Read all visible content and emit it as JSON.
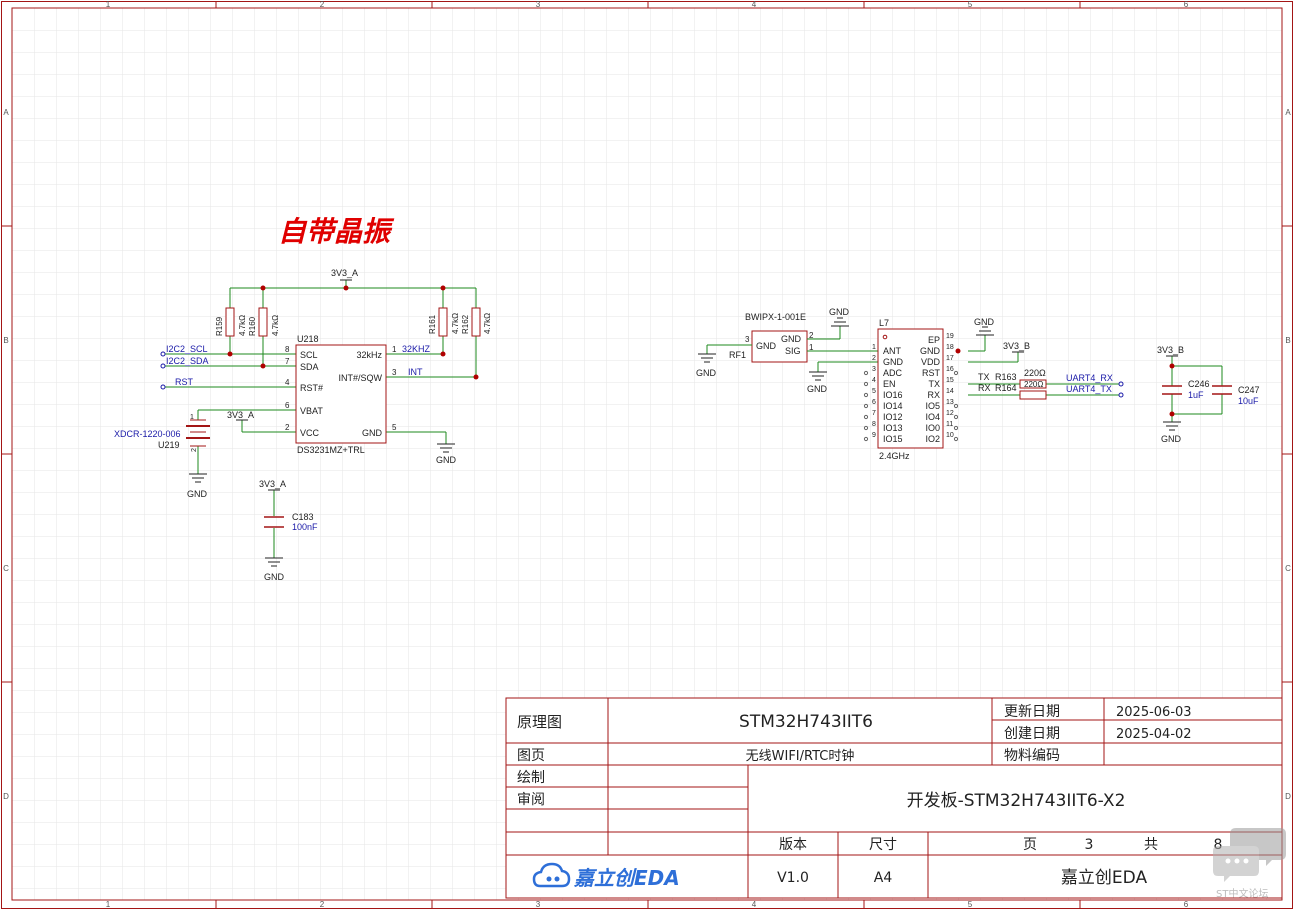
{
  "frame": {
    "col_labels": [
      "1",
      "2",
      "3",
      "4",
      "5",
      "6"
    ],
    "row_labels": [
      "A",
      "B",
      "C",
      "D"
    ]
  },
  "colors": {
    "border": "#a31515",
    "wire": "#1e8a1e",
    "net_label": "#1a1aa8",
    "text_dark": "#222222",
    "grid": "#e6e6e6",
    "annotation": "#e00000",
    "junction": "#b00000",
    "logo": "#2e6fd8"
  },
  "annotation": "自带晶振",
  "rtc": {
    "designator": "U218",
    "part": "DS3231MZ+TRL",
    "pins": [
      {
        "num": "8",
        "name": "SCL"
      },
      {
        "num": "7",
        "name": "SDA"
      },
      {
        "num": "4",
        "name": "RST#"
      },
      {
        "num": "6",
        "name": "VBAT"
      },
      {
        "num": "2",
        "name": "VCC"
      },
      {
        "num": "1",
        "name": "32kHz"
      },
      {
        "num": "3",
        "name": "INT#/SQW"
      },
      {
        "num": "5",
        "name": "GND"
      }
    ],
    "nets": {
      "scl": "I2C2_SCL",
      "sda": "I2C2_SDA",
      "rst": "RST",
      "out32": "32KHZ",
      "int": "INT",
      "pwr": "3V3_A",
      "gnd": "GND"
    },
    "resistors": [
      {
        "ref": "R159",
        "value": "4.7kΩ"
      },
      {
        "ref": "R160",
        "value": "4.7kΩ"
      },
      {
        "ref": "R161",
        "value": "4.7kΩ"
      },
      {
        "ref": "R162",
        "value": "4.7kΩ"
      }
    ],
    "battery": {
      "part": "XDCR-1220-006",
      "ref": "U219",
      "pin1": "1",
      "pin2": "2"
    },
    "cap": {
      "ref": "C183",
      "value": "100nF"
    }
  },
  "wifi": {
    "module_ref": "L7",
    "module_label": "2.4GHz",
    "left_pins": [
      {
        "num": "1",
        "name": "ANT"
      },
      {
        "num": "2",
        "name": "GND"
      },
      {
        "num": "3",
        "name": "ADC"
      },
      {
        "num": "4",
        "name": "EN"
      },
      {
        "num": "5",
        "name": "IO16"
      },
      {
        "num": "6",
        "name": "IO14"
      },
      {
        "num": "7",
        "name": "IO12"
      },
      {
        "num": "8",
        "name": "IO13"
      },
      {
        "num": "9",
        "name": "IO15"
      }
    ],
    "right_pins": [
      {
        "num": "19",
        "name": "EP"
      },
      {
        "num": "18",
        "name": "GND"
      },
      {
        "num": "17",
        "name": "VDD"
      },
      {
        "num": "16",
        "name": "RST"
      },
      {
        "num": "15",
        "name": "TX"
      },
      {
        "num": "14",
        "name": "RX"
      },
      {
        "num": "13",
        "name": "IO5"
      },
      {
        "num": "12",
        "name": "IO4"
      },
      {
        "num": "11",
        "name": "IO0"
      },
      {
        "num": "10",
        "name": "IO2"
      }
    ],
    "connector": {
      "part": "BWIPX-1-001E",
      "ref": "RF1",
      "pin_gnd": "GND",
      "pin_sig": "SIG",
      "pin_left": "GND",
      "n_gnd": "2",
      "n_sig": "1",
      "n_left": "3"
    },
    "resistors": [
      {
        "ref": "R163",
        "value": "220Ω",
        "net": "TX"
      },
      {
        "ref": "R164",
        "value": "220Ω",
        "net": "RX"
      }
    ],
    "uart_nets": [
      "UART4_RX",
      "UART4_TX"
    ],
    "pwr": "3V3_B",
    "gnd": "GND",
    "caps": [
      {
        "ref": "C246",
        "value": "1uF"
      },
      {
        "ref": "C247",
        "value": "10uF"
      }
    ]
  },
  "title_block": {
    "type_label": "原理图",
    "project": "STM32H743IIT6",
    "updated_label": "更新日期",
    "updated": "2025-06-03",
    "created_label": "创建日期",
    "created": "2025-04-02",
    "page_label": "图页",
    "page_name": "无线WIFI/RTC时钟",
    "part_no_label": "物料编码",
    "drawn_label": "绘制",
    "review_label": "审阅",
    "board": "开发板-STM32H743IIT6-X2",
    "version_label": "版本",
    "version": "V1.0",
    "size_label": "尺寸",
    "size": "A4",
    "page_word": "页",
    "page_num": "3",
    "total_word": "共",
    "total": "8",
    "company": "嘉立创EDA",
    "logo_text": "嘉立创EDA"
  },
  "watermark": "ST中文论坛"
}
